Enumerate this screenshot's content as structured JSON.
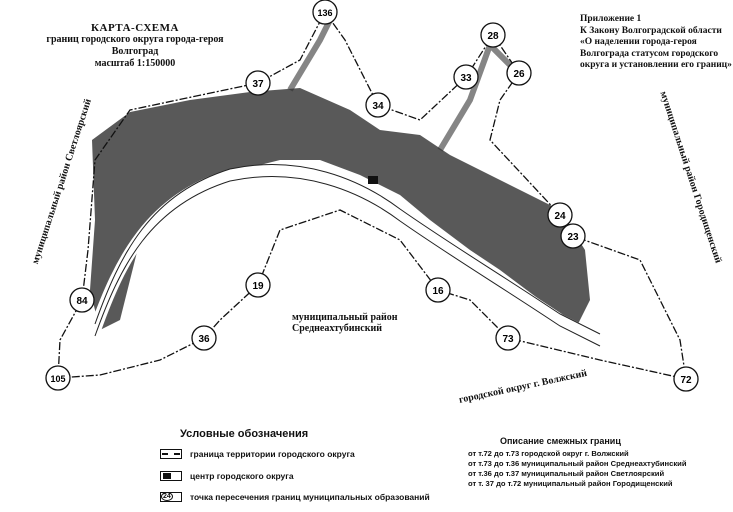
{
  "title": {
    "line1": "КАРТА-СХЕМА",
    "line2": "границ городского округа города-героя Волгоград",
    "line3": "масштаб 1:150000"
  },
  "appendix": [
    "Приложение 1",
    "К Закону Волгоградской области",
    "«О наделении города-героя",
    "Волгограда статусом городского",
    "округа и установлении его границ»"
  ],
  "regions": {
    "svetloyarsky": "муниципальный район Светлоярский",
    "gorodishchensky": "муниципальный район Городищенский",
    "sredneakhtubinsky_1": "муниципальный район",
    "sredneakhtubinsky_2": "Среднеахтубинский",
    "volzhsky": "городской округ г. Волжский"
  },
  "points": [
    "136",
    "28",
    "26",
    "33",
    "34",
    "37",
    "24",
    "23",
    "19",
    "16",
    "84",
    "36",
    "73",
    "105",
    "72"
  ],
  "legend": {
    "title": "Условные обозначения",
    "items": [
      "граница территории городского округа",
      "центр городского округа",
      "точка пересечения границ муниципальных образований"
    ],
    "sample_point": "24"
  },
  "adjacent": {
    "title": "Описание смежных границ",
    "rows": [
      "от т.72 до т.73  городской округ г. Волжский",
      "от т.73 до т.36 муниципальный район Среднеахтубинский",
      "от т.36 до т.37 муниципальный район Светлоярский",
      "от т. 37 до т.72 муниципальный район Городищенский"
    ]
  }
}
